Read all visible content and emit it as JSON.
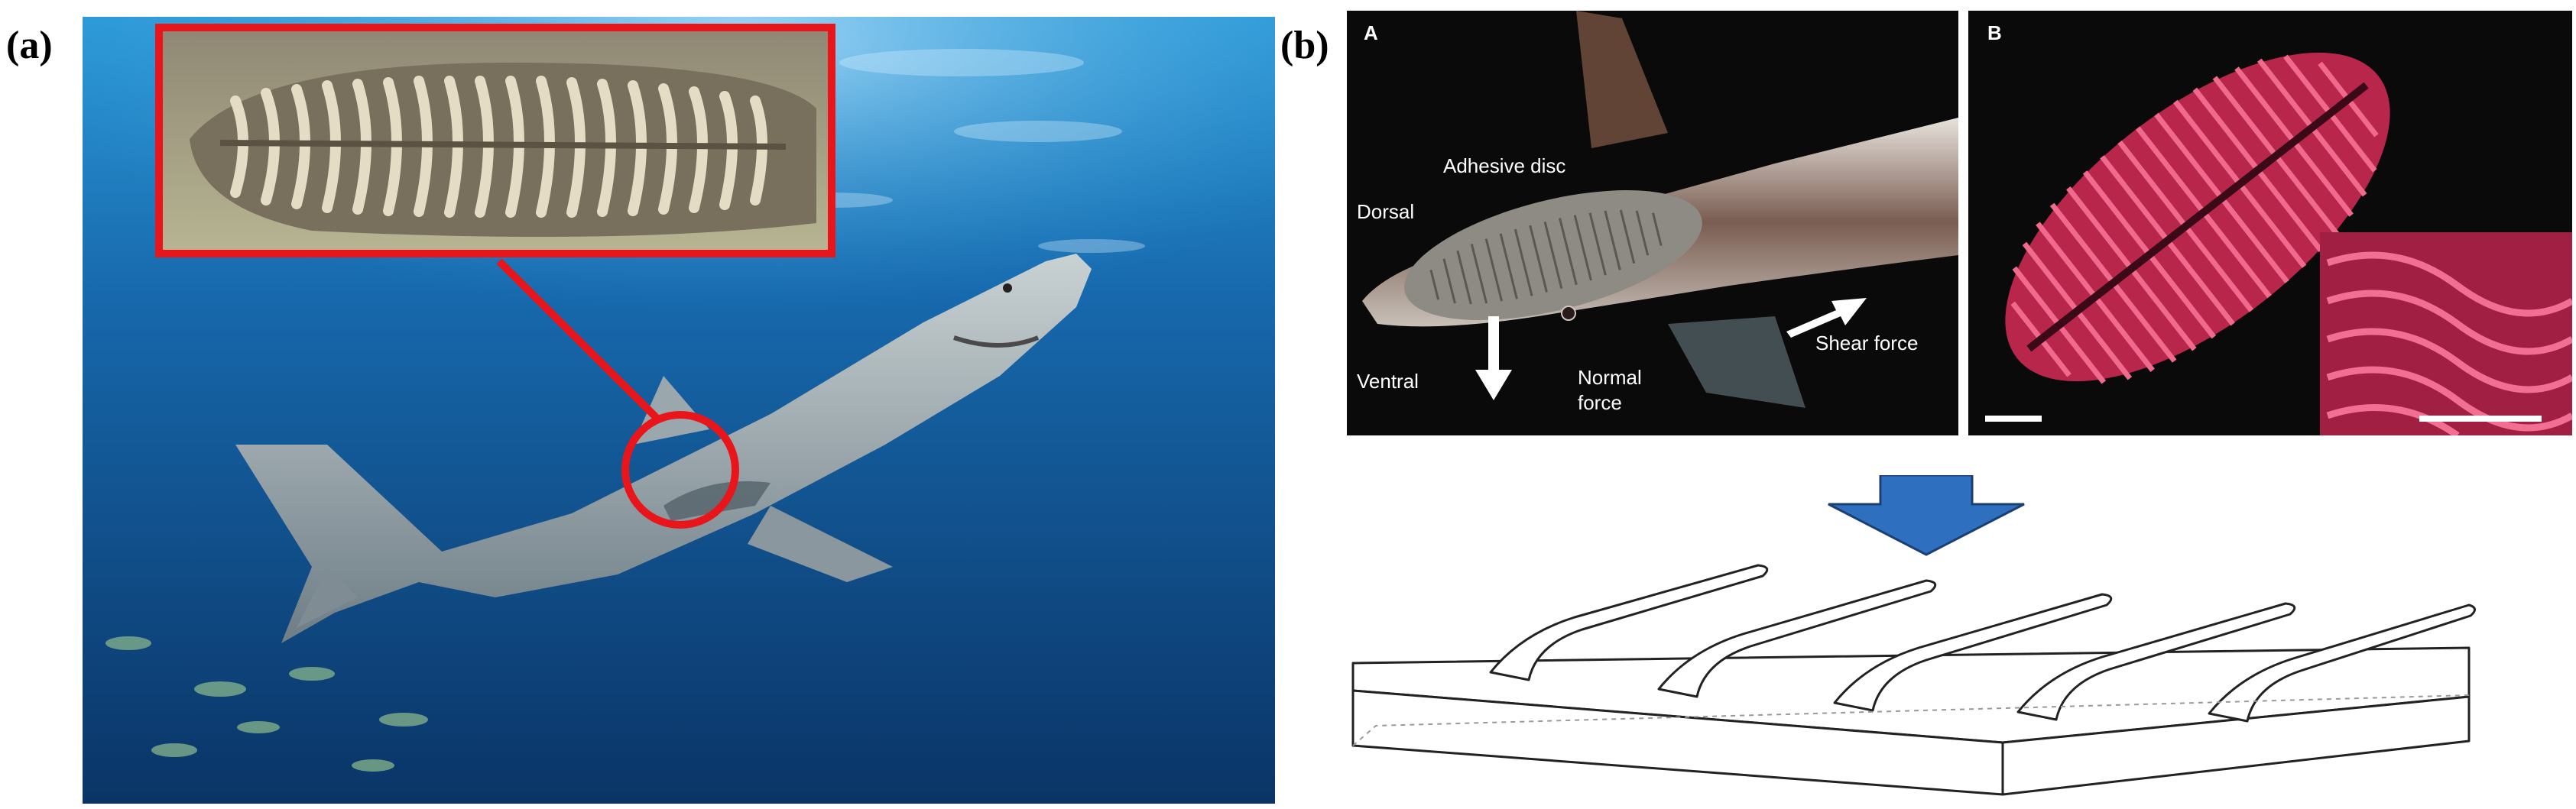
{
  "panels": {
    "a": {
      "label": "(a)"
    },
    "b": {
      "label": "(b)"
    }
  },
  "subpanel_a": {
    "letter": "A",
    "labels": {
      "adhesive_disc": "Adhesive disc",
      "dorsal": "Dorsal",
      "ventral": "Ventral",
      "normal_force_line1": "Normal",
      "normal_force_line2": "force",
      "shear_force": "Shear force"
    }
  },
  "subpanel_b": {
    "letter": "B"
  },
  "colors": {
    "ocean_deep": "#0b3f7a",
    "ocean_light": "#1f7fc4",
    "highlight_red": "#e8161b",
    "micro_ct_red": "#d9305a",
    "arrow_blue": "#2f6fbf",
    "photo_black": "#0a0a0a"
  }
}
